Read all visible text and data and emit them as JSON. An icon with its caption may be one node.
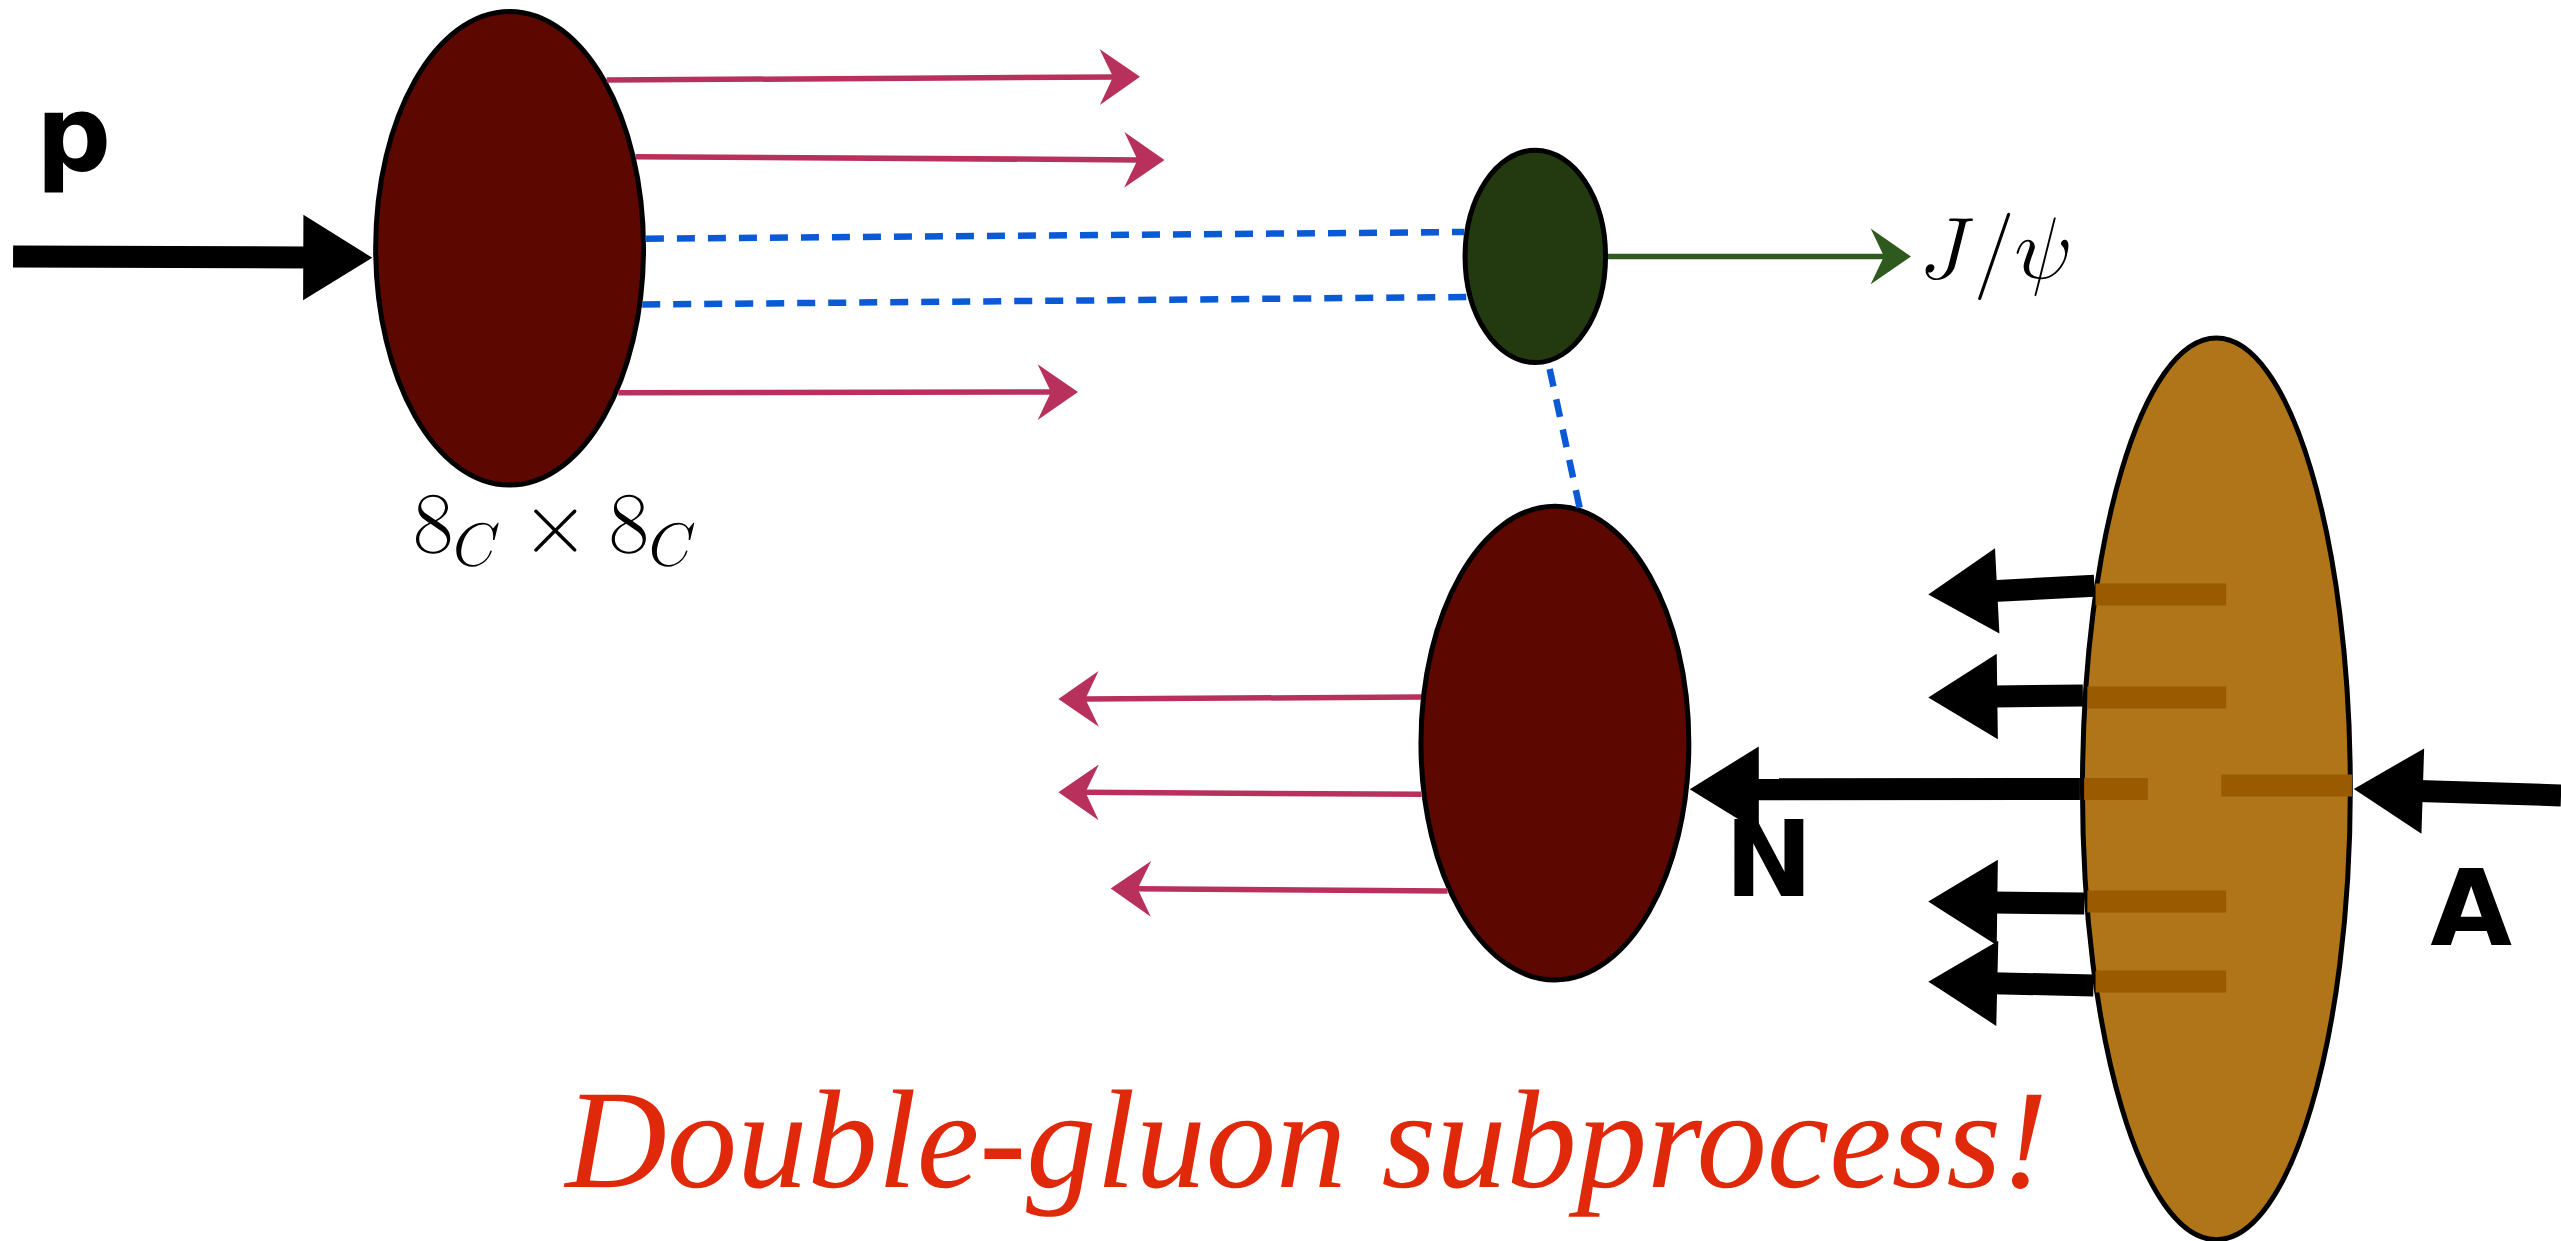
{
  "diagram": {
    "nodes": [
      {
        "text": [],
        "shape": "ellipse"
      },
      {
        "text": [],
        "shape": "ellipse"
      },
      {
        "text": [],
        "shape": "ellipse"
      },
      {
        "text": [],
        "shape": "ellipse"
      },
      {
        "text": [
          "J/\\psi"
        ]
      }
    ],
    "edges": [
      {
        "from": null,
        "to": 0,
        "arrow": "to",
        "style": "thick"
      },
      {
        "from": 0,
        "to": null,
        "arrow": "to",
        "color": "#b8305c"
      },
      {
        "from": 0,
        "to": null,
        "arrow": "to",
        "color": "#b8305c"
      },
      {
        "from": 0,
        "to": 1,
        "arrow": "none",
        "style": "dashed",
        "color": "#0a5ad6"
      },
      {
        "from": 0,
        "to": 1,
        "arrow": "none",
        "style": "dashed",
        "color": "#0a5ad6"
      },
      {
        "from": 0,
        "to": null,
        "arrow": "to",
        "color": "#b8305c"
      },
      {
        "from": 1,
        "to": 4,
        "arrow": "to",
        "color": "#2f5a1e"
      },
      {
        "from": 2,
        "to": 1,
        "arrow": "none",
        "style": "dashed",
        "color": "#0a5ad6"
      },
      {
        "from": 2,
        "to": null,
        "arrow": "to",
        "color": "#b8305c"
      },
      {
        "from": 2,
        "to": null,
        "arrow": "to",
        "color": "#b8305c"
      },
      {
        "from": 2,
        "to": null,
        "arrow": "to",
        "color": "#b8305c"
      },
      {
        "from": 3,
        "to": null,
        "arrow": "to",
        "style": "thick"
      },
      {
        "from": 3,
        "to": null,
        "arrow": "to",
        "style": "thick"
      },
      {
        "from": null,
        "to": 3,
        "arrow": "to",
        "style": "thick"
      },
      {
        "from": 3,
        "to": 2,
        "arrow": "to",
        "style": "thick"
      },
      {
        "from": 3,
        "to": null,
        "arrow": "to",
        "style": "thick"
      },
      {
        "from": 3,
        "to": null,
        "arrow": "to",
        "style": "thick"
      }
    ],
    "labels": [
      "p",
      "8_C \\times 8_C",
      "N",
      "A",
      "Double-gluon subprocess!"
    ]
  }
}
